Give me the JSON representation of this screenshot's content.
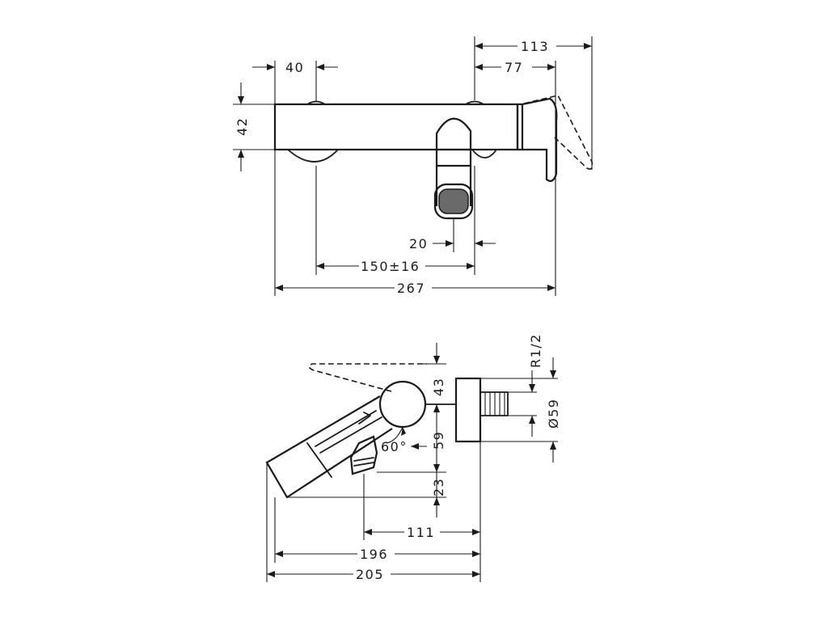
{
  "drawing": {
    "top_view": {
      "dim_40": "40",
      "dim_42": "42",
      "dim_113": "113",
      "dim_77": "77",
      "dim_20": "20",
      "dim_150": "150±16",
      "dim_267": "267"
    },
    "side_view": {
      "dim_r12": "R1/2",
      "dim_43": "43",
      "dim_dia59": "Ø59",
      "dim_59": "59",
      "dim_23": "23",
      "dim_60deg": "60°",
      "dim_111": "111",
      "dim_196": "196",
      "dim_205": "205"
    }
  }
}
